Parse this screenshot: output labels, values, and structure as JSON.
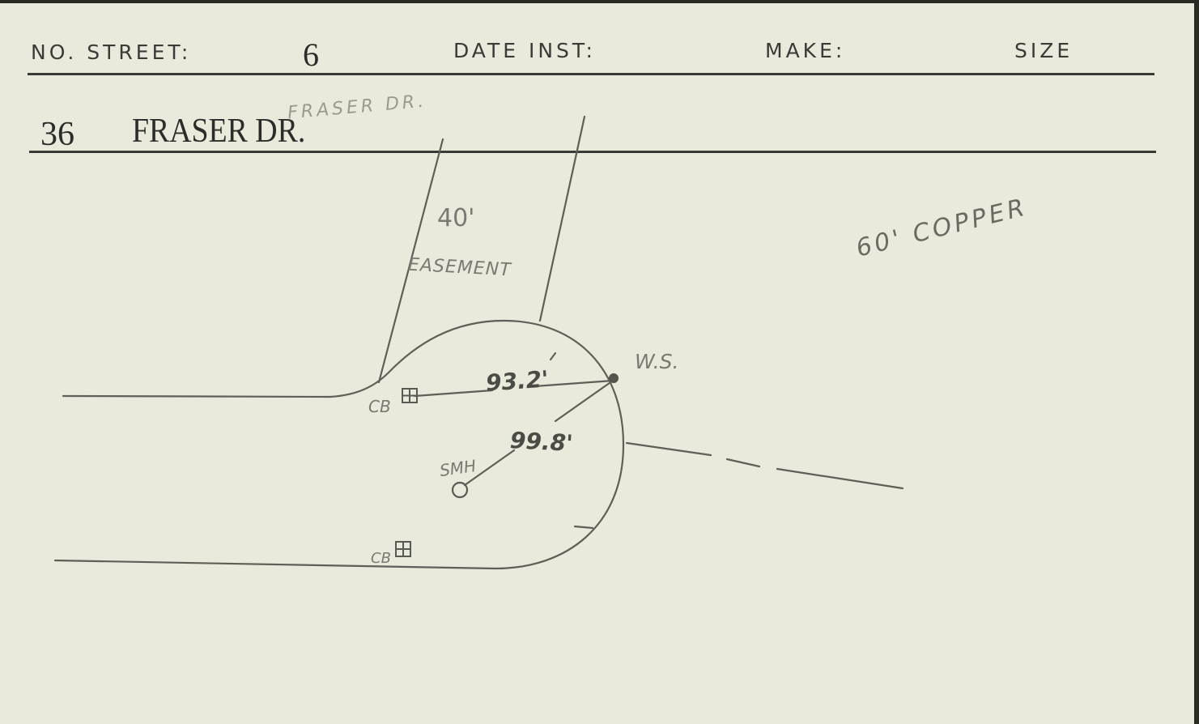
{
  "header": {
    "street_no_label": "NO. STREET:",
    "street_no_value": "6",
    "date_label": "DATE INST:",
    "make_label": "MAKE:",
    "size_label": "SIZE"
  },
  "address": {
    "number": "36",
    "street": "FRASER DR.",
    "pencil_note": "FRASER DR."
  },
  "sketch": {
    "width_label": "40'",
    "easement_label": "EASEMENT",
    "service_note": "60' COPPER",
    "ws_label": "W.S.",
    "cb_label_top": "CB",
    "cb_label_bottom": "CB",
    "smh_label": "SMH",
    "dim_cb_to_ws": "93.2'",
    "dim_smh_to_ws": "99.8'"
  },
  "colors": {
    "card": "#e9e9dc",
    "ink": "#2c2c2a",
    "pencil": "#7a7a72"
  }
}
